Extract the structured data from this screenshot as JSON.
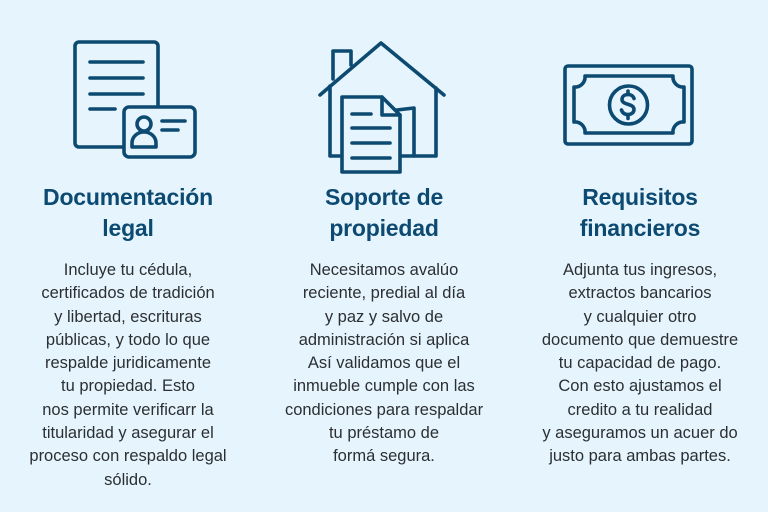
{
  "theme": {
    "background": "#e6f5fd",
    "accent": "#0d4a72",
    "text": "#2b2f33"
  },
  "cards": [
    {
      "icon": "document-with-id-card-icon",
      "title_lines": [
        "Documentación",
        "legal"
      ],
      "body_lines": [
        "Incluye tu cédula,",
        "certificados de tradición",
        "y libertad, escrituras",
        "públicas, y todo lo que",
        "respalde juridicamente",
        "tu propiedad. Esto",
        "nos permite verificarr la",
        "titularidad y asegurar el",
        "proceso con respaldo legal",
        "sólido."
      ]
    },
    {
      "icon": "house-with-document-icon",
      "title_lines": [
        "Soporte de",
        "propiedad"
      ],
      "body_lines": [
        "Necesitamos avalúo",
        "reciente, predial al día",
        "y paz y salvo de",
        "administración si aplica",
        "Así validamos que el",
        "inmueble cumple con las",
        "condiciones para respaldar",
        "tu préstamo de",
        "formá segura."
      ]
    },
    {
      "icon": "banknote-dollar-icon",
      "title_lines": [
        "Requisitos",
        "financieros"
      ],
      "body_lines": [
        "Adjunta tus ingresos,",
        "extractos bancarios",
        "y cualquier otro",
        "documento que demuestre",
        "tu capacidad de pago.",
        "Con esto ajustamos el",
        "credito a tu realidad",
        "y aseguramos un acuer do",
        "justo para ambas partes."
      ]
    }
  ]
}
